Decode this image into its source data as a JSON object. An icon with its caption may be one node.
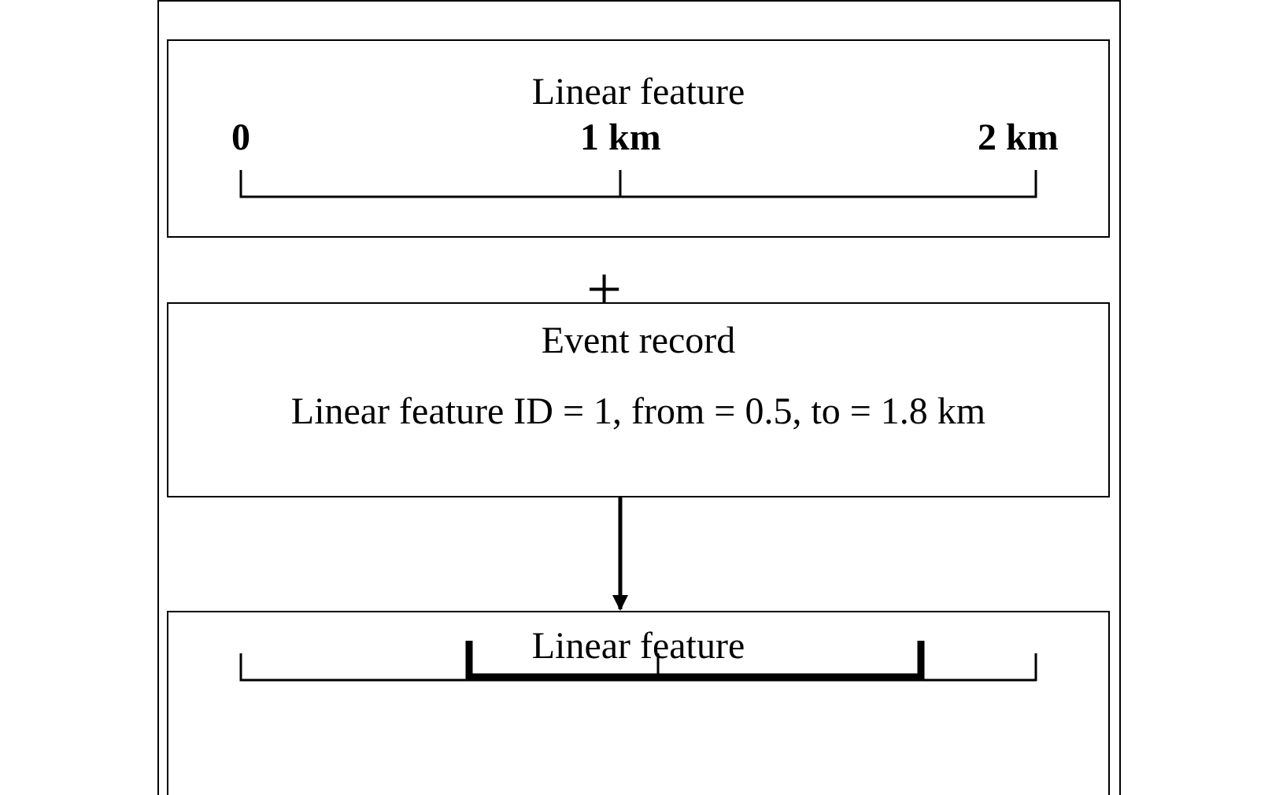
{
  "diagram": {
    "nodes": [
      {
        "text": [
          "Linear feature"
        ]
      },
      {
        "text": [
          "Event record",
          "Linear feature ID = 1, from = 0.5, to = 1.8 km"
        ]
      },
      {
        "text": [
          "Linear feature"
        ]
      }
    ],
    "edges": [
      {
        "from": 1,
        "to": 2,
        "arrow": "to"
      }
    ],
    "labels": [
      "0",
      "1 km",
      "2 km",
      "+"
    ]
  }
}
